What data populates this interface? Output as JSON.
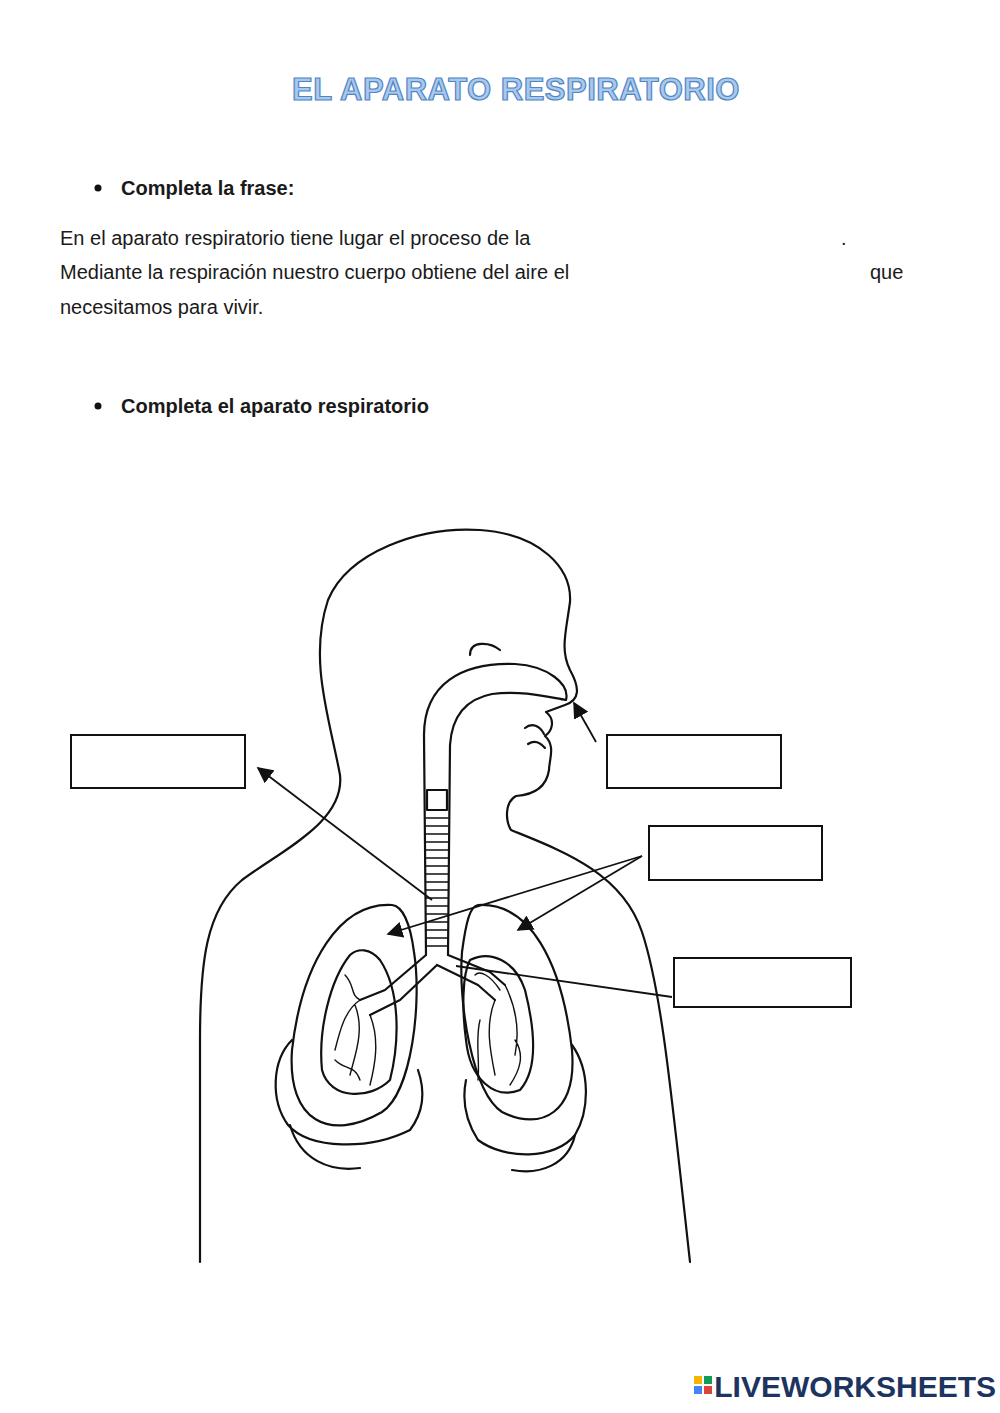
{
  "diagram": {
    "title": "EL APARATO RESPIRATORIO",
    "labels": [
      "Completa la frase:",
      "En el aparato respiratorio tiene lugar el proceso de la",
      ".",
      "Mediante la respiración nuestro cuerpo obtiene del aire el",
      "que",
      "necesitamos para vivir.",
      "Completa el aparato respiratorio",
      "LIVEWORKSHEETS"
    ]
  }
}
